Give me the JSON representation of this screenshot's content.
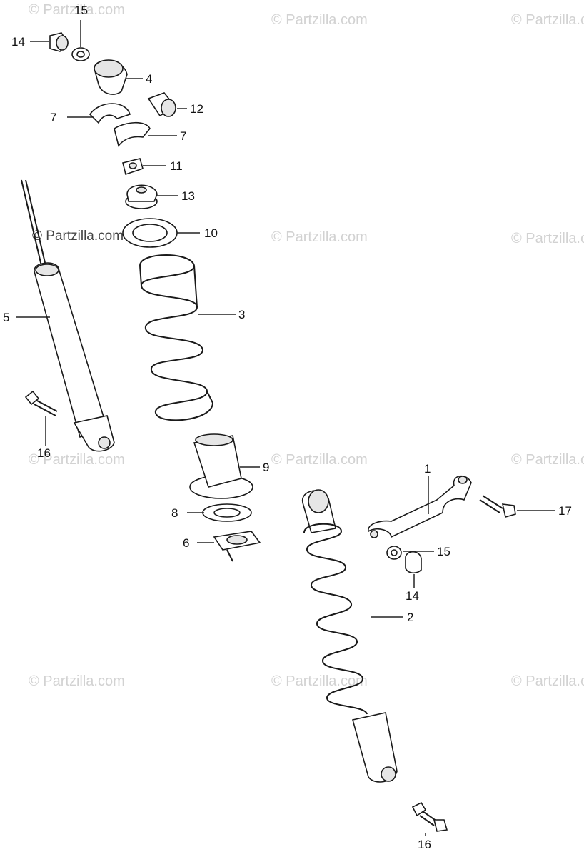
{
  "watermark": "© Partzilla.com",
  "callouts": {
    "c15a": "15",
    "c14a": "14",
    "c4": "4",
    "c12": "12",
    "c7a": "7",
    "c7b": "7",
    "c11": "11",
    "c13": "13",
    "c10": "10",
    "c5": "5",
    "c3": "3",
    "c16a": "16",
    "c9": "9",
    "c1": "1",
    "c17": "17",
    "c8": "8",
    "c6": "6",
    "c15b": "15",
    "c14b": "14",
    "c2": "2",
    "c16b": "16"
  }
}
